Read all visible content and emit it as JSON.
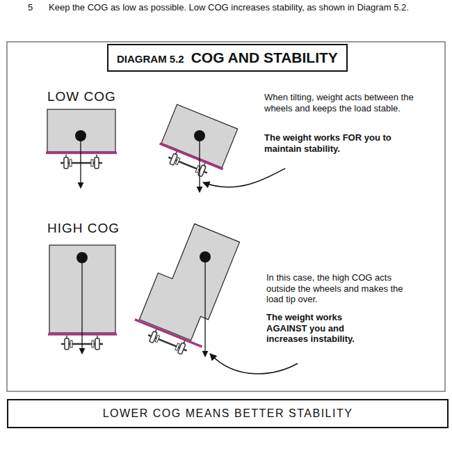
{
  "diagram": {
    "nodes": [
      {
        "text": [
          "DIAGRAM 5.2",
          "COG AND STABILITY"
        ]
      },
      {
        "text": [
          "LOWER COG MEANS BETTER STABILITY"
        ]
      }
    ],
    "labels": [
      "5",
      "Keep the COG as low as possible. Low COG increases stability, as shown in Diagram 5.2.",
      "LOW COG",
      "When tilting, weight acts between the wheels and keeps the load stable.",
      "The weight works FOR you to maintain stability.",
      "HIGH COG",
      "In this case, the high COG acts outside the wheels and makes the load tip over.",
      "The weight works AGAINST you and increases instability."
    ]
  }
}
